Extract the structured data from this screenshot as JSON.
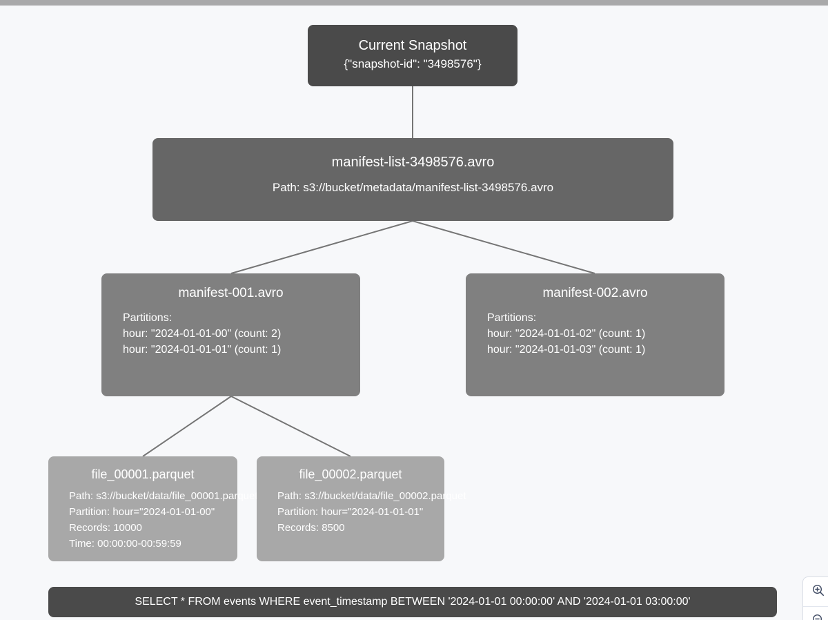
{
  "app": {
    "top_bar_color": "#a9a9aa",
    "canvas_background": "#f7f8fa",
    "edge_color": "#757575"
  },
  "graph": {
    "nodes": {
      "snapshot": {
        "title": "Current Snapshot",
        "subtitle": "{\"snapshot-id\": \"3498576\"}",
        "color": "#4a4a4a"
      },
      "manifest_list": {
        "title": "manifest-list-3498576.avro",
        "subtitle": "Path: s3://bucket/metadata/manifest-list-3498576.avro",
        "color": "#666666"
      },
      "manifest_1": {
        "title": "manifest-001.avro",
        "color": "#808080",
        "lines": [
          "Partitions:",
          "hour: \"2024-01-01-00\" (count: 2)",
          "hour: \"2024-01-01-01\" (count: 1)"
        ]
      },
      "manifest_2": {
        "title": "manifest-002.avro",
        "color": "#808080",
        "lines": [
          "Partitions:",
          "hour: \"2024-01-01-02\" (count: 1)",
          "hour: \"2024-01-01-03\" (count: 1)"
        ]
      },
      "file_1": {
        "title": "file_00001.parquet",
        "color": "#a8a8a8",
        "lines": [
          "Path: s3://bucket/data/file_00001.parquet",
          "Partition: hour=\"2024-01-01-00\"",
          "Records: 10000",
          "Time: 00:00:00-00:59:59"
        ]
      },
      "file_2": {
        "title": "file_00002.parquet",
        "color": "#a8a8a8",
        "lines": [
          "Path: s3://bucket/data/file_00002.parquet",
          "Partition: hour=\"2024-01-01-01\"",
          "Records: 8500"
        ]
      }
    }
  },
  "query_bar": {
    "sql": "SELECT * FROM events WHERE event_timestamp BETWEEN '2024-01-01 00:00:00' AND '2024-01-01 03:00:00'"
  },
  "zoom_controls": {
    "zoom_in_icon": "zoom-in-icon",
    "zoom_out_icon": "zoom-out-icon"
  }
}
